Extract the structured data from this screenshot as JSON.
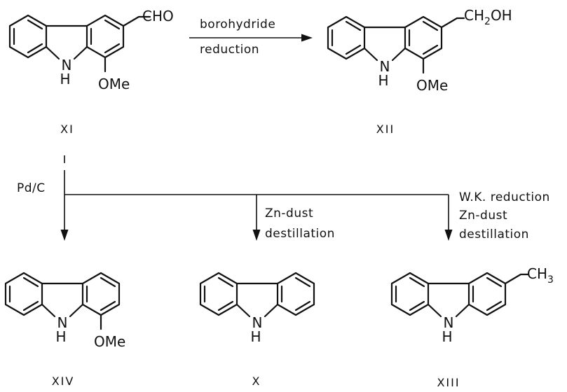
{
  "compounds": {
    "xi": {
      "label": "XI",
      "substituent_top": "CHO",
      "substituent_bottom": "OMe",
      "nh_n": "N",
      "nh_h": "H"
    },
    "xii": {
      "label": "XII",
      "substituent_top": "CH2OH",
      "substituent_top_main": "CH",
      "substituent_top_sub": "2",
      "substituent_top_end": "OH",
      "substituent_bottom": "OMe",
      "nh_n": "N",
      "nh_h": "H"
    },
    "xiv": {
      "label": "XIV",
      "substituent_bottom": "OMe",
      "nh_n": "N",
      "nh_h": "H"
    },
    "x": {
      "label": "X",
      "nh_n": "N",
      "nh_h": "H"
    },
    "xiii": {
      "label": "XIII",
      "substituent_top": "CH3",
      "substituent_top_main": "CH",
      "substituent_top_sub": "3",
      "nh_n": "N",
      "nh_h": "H"
    }
  },
  "reactions": {
    "top": {
      "line1": "borohydride",
      "line2": "reduction"
    },
    "left": {
      "reagent": "Pd/C"
    },
    "middle": {
      "line1": "Zn-dust",
      "line2": "destillation"
    },
    "right": {
      "line1": "W.K. reduction",
      "line2": "Zn-dust",
      "line3": "destillation"
    }
  }
}
